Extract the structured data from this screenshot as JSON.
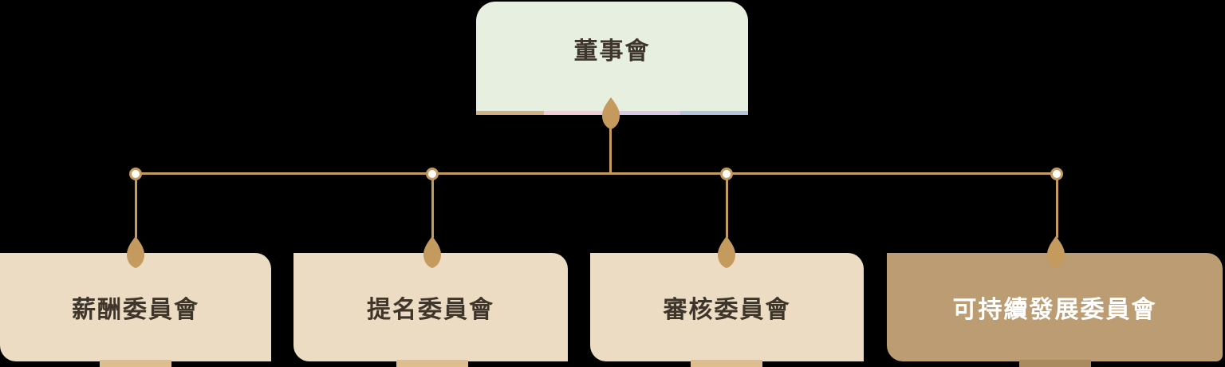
{
  "org_chart": {
    "root": {
      "label": "董事會"
    },
    "committees": [
      {
        "label": "薪酬委員會",
        "variant": "beige"
      },
      {
        "label": "提名委員會",
        "variant": "beige"
      },
      {
        "label": "審核委員會",
        "variant": "beige"
      },
      {
        "label": "可持續發展委員會",
        "variant": "gold"
      }
    ],
    "colors": {
      "background": "#000000",
      "root_box": "#e7efe0",
      "accent_strip": [
        "#d2b183",
        "#f2cdd8",
        "#dbc7e6",
        "#b3c3df"
      ],
      "connector_gold": "#c49a5f",
      "committee_box": "#ebdcc3",
      "highlight_box": "#bc9c72",
      "tab_beige": "#ddbe8e",
      "tab_gold": "#aa8a5f",
      "text_dark": "#3e352b",
      "text_light": "#ffffff"
    }
  }
}
